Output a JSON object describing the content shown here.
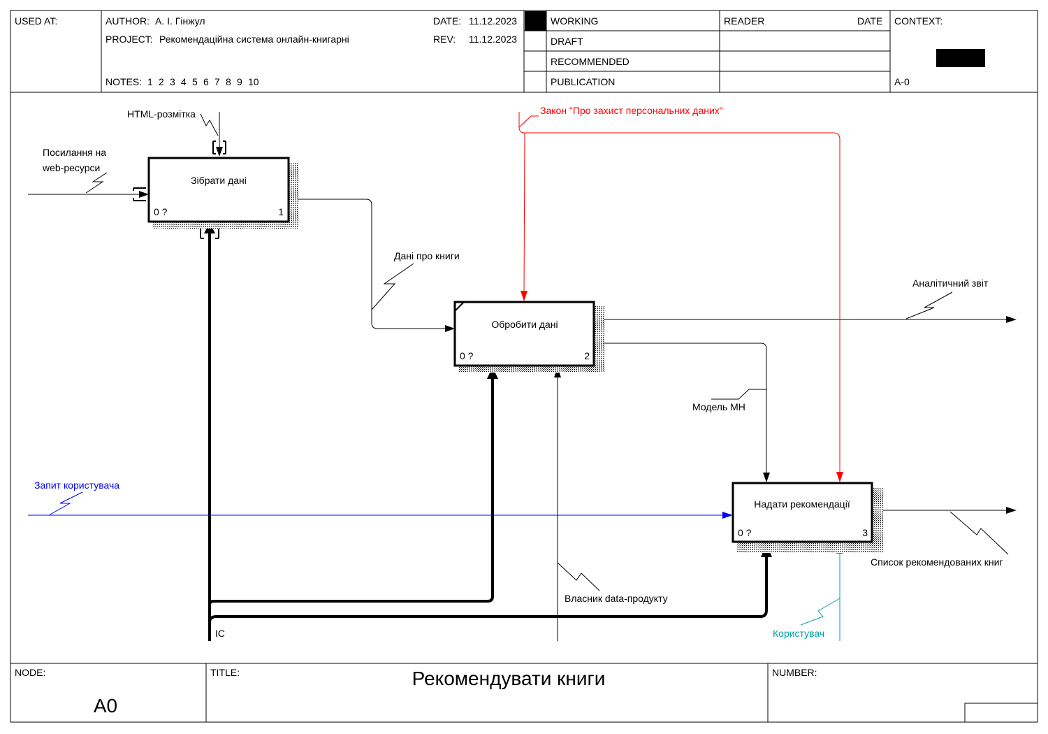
{
  "header": {
    "used_at_label": "USED AT:",
    "author_label": "AUTHOR:",
    "author": "А. І. Гінжул",
    "project_label": "PROJECT:",
    "project": "Рекомендаційна система онлайн-книгарні",
    "date_label": "DATE:",
    "date": "11.12.2023",
    "rev_label": "REV:",
    "rev": "11.12.2023",
    "notes_label": "NOTES:",
    "notes": [
      "1",
      "2",
      "3",
      "4",
      "5",
      "6",
      "7",
      "8",
      "9",
      "10"
    ],
    "status": [
      "WORKING",
      "DRAFT",
      "RECOMMENDED",
      "PUBLICATION"
    ],
    "active_status": "WORKING",
    "reader_label": "READER",
    "reader_date_label": "DATE",
    "context_label": "CONTEXT:",
    "context_node": "A-0"
  },
  "boxes": [
    {
      "id": "b1",
      "title": "Зібрати дані",
      "cost": "0 ?",
      "number": "1"
    },
    {
      "id": "b2",
      "title": "Обробити дані",
      "cost": "0 ?",
      "number": "2"
    },
    {
      "id": "b3",
      "title": "Надати рекомендації",
      "cost": "0 ?",
      "number": "3"
    }
  ],
  "arrows": {
    "html_markup": "HTML-розмітка",
    "web_links": [
      "Посилання на",
      "web-ресурси"
    ],
    "law": "Закон \"Про захист персональних даних\"",
    "books_data": "Дані про книги",
    "analytics_report": "Аналітичний звіт",
    "ml_model": "Модель МН",
    "user_request": "Запит користувача",
    "recommended_list": "Список рекомендованих книг",
    "data_owner": "Власник data-продукту",
    "ic": "IC",
    "user": "Користувач"
  },
  "colors": {
    "law": "#ff0000",
    "user_request": "#0000ff",
    "user": "#00a0a0",
    "default": "#000000"
  },
  "footer": {
    "node_label": "NODE:",
    "node": "A0",
    "title_label": "TITLE:",
    "title": "Рекомендувати книги",
    "number_label": "NUMBER:"
  }
}
